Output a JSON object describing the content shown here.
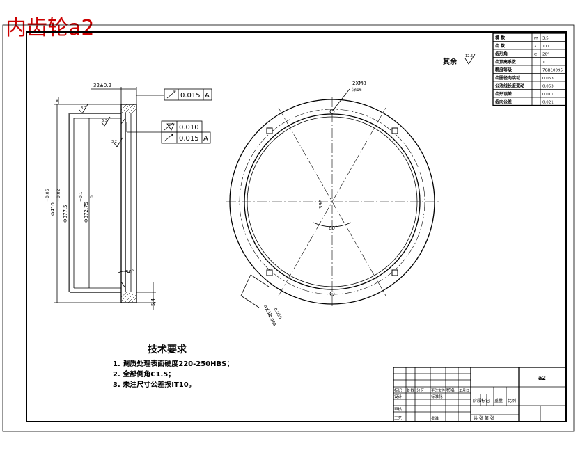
{
  "title": "内齿轮a2",
  "colors": {
    "title": "#cc0000",
    "line": "#000000",
    "background": "#ffffff"
  },
  "surface_roughness_rest": "其余",
  "roughness_sym": "12.5",
  "section_view": {
    "dim_width": "32±0.2",
    "dim_outer_dia": "Φ410",
    "dim_outer_tol_upper": "+0.06",
    "dim_outer_tol_lower": "+0.02",
    "dim_inner1": "Φ377.5",
    "dim_inner2": "Φ372.75",
    "dim_inner2_tol_upper": "+0.1",
    "dim_inner2_tol_lower": "0",
    "dim_chamfer_angle": "30°",
    "dim_height": "5.4",
    "roughness_1": "3.2",
    "roughness_2": "6.3",
    "roughness_3": "3.2",
    "gtol_1_value": "0.015",
    "gtol_1_datum": "A",
    "gtol_2_value": "0.010",
    "gtol_3_value": "0.015",
    "gtol_3_datum": "A",
    "datum_label": "A"
  },
  "front_view": {
    "hole_note_1": "2XM8",
    "hole_note_2": "深16",
    "dim_center": "396",
    "dim_angle": "60°",
    "keyway_note": "4X32",
    "keyway_tol_upper": "-0.056",
    "keyway_tol_lower": "-0.088"
  },
  "param_table": [
    {
      "name": "模  数",
      "sym": "m",
      "value": "3.5"
    },
    {
      "name": "齿  数",
      "sym": "z",
      "value": "111"
    },
    {
      "name": "齿形角",
      "sym": "α",
      "value": "20°"
    },
    {
      "name": "齿顶高系数",
      "sym": "",
      "value": "1"
    },
    {
      "name": "精度等级",
      "sym": "",
      "value": "7GB10095"
    },
    {
      "name": "齿圈径向跳动",
      "sym": "",
      "value": "0.063"
    },
    {
      "name": "公法线长度变动",
      "sym": "",
      "value": "0.063"
    },
    {
      "name": "齿形误差",
      "sym": "",
      "value": "0.011"
    },
    {
      "name": "齿向公差",
      "sym": "",
      "value": "0.021"
    }
  ],
  "tech_requirements": {
    "heading": "技术要求",
    "items": [
      "1. 调质处理表面硬度220-250HBS；",
      "2. 全部倒角C1.5；",
      "3. 未注尺寸公差按IT10。"
    ]
  },
  "title_block": {
    "part_name": "a2",
    "row1": [
      "标记",
      "处数",
      "分区",
      "更改文件号",
      "签名",
      "年月日"
    ],
    "design": "设计",
    "standard": "标准化",
    "stage_mark": "阶段标记",
    "weight": "重量",
    "scale": "比例",
    "review": "审核",
    "process": "工艺",
    "approve": "批准",
    "sheets": "共  张 第  张"
  }
}
